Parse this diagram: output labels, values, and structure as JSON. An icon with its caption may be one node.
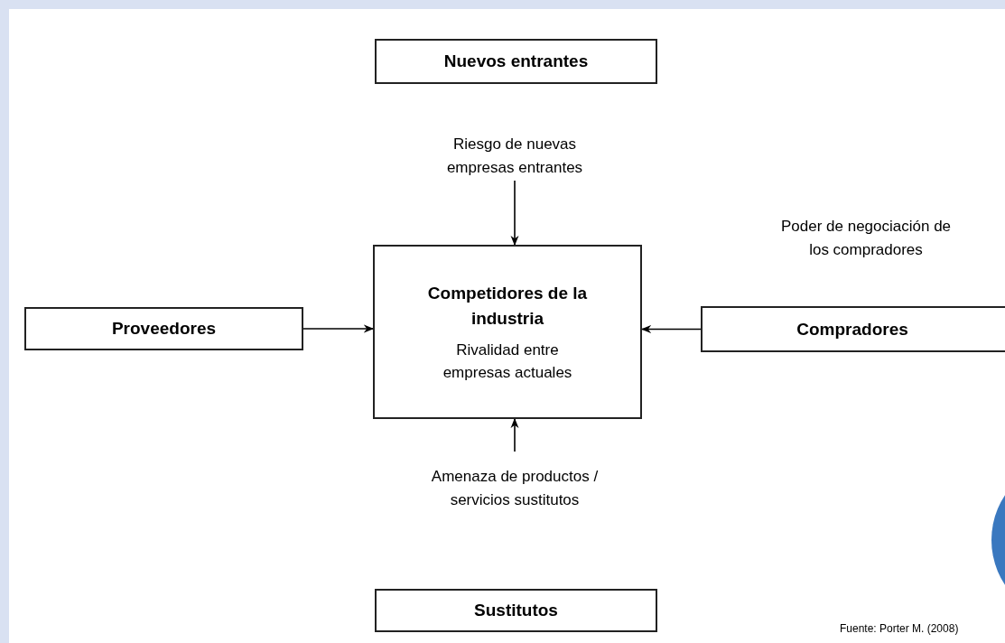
{
  "diagram": {
    "nodes": [
      {
        "text": [
          "Nuevos entrantes"
        ]
      },
      {
        "text": [
          "Riesgo de nuevas empresas entrantes"
        ]
      },
      {
        "text": [
          "Proveedores"
        ]
      },
      {
        "text": [
          "Competidores de la industria",
          "Rivalidad entre empresas actuales"
        ]
      },
      {
        "text": [
          "Compradores"
        ],
        "beside": [
          "Poder de negociación de los compradores"
        ]
      },
      {
        "text": [
          "Amenaza de productos / servicios sustitutos"
        ]
      },
      {
        "text": [
          "Sustitutos"
        ]
      }
    ],
    "edges": [
      {
        "from": 1,
        "to": 3,
        "arrow": "to"
      },
      {
        "from": 2,
        "to": 3,
        "arrow": "to"
      },
      {
        "from": 4,
        "to": 3,
        "arrow": "to"
      },
      {
        "from": 5,
        "to": 3,
        "arrow": "to"
      }
    ],
    "labels": [
      "Fuente: Porter M. (2008)"
    ]
  }
}
